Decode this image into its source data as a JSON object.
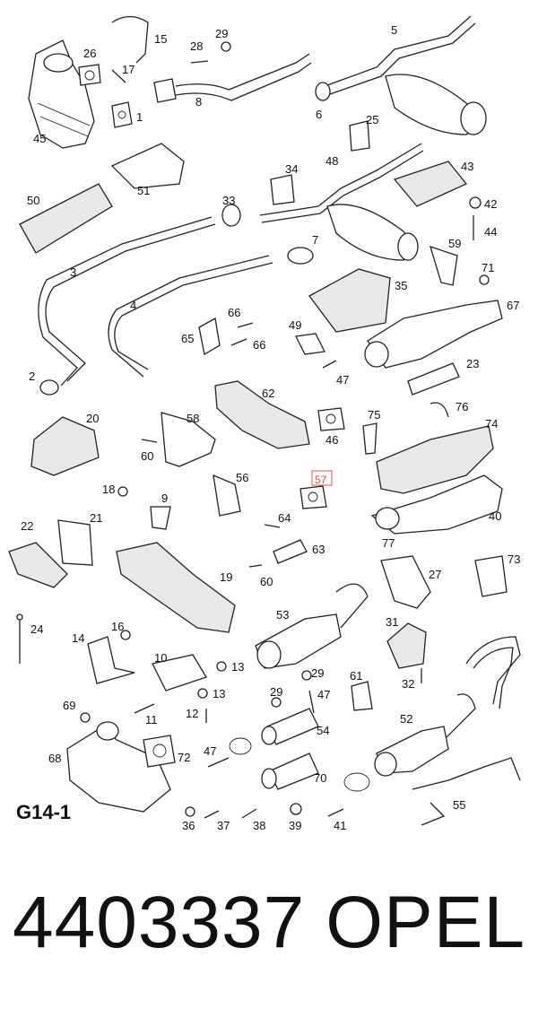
{
  "diagram": {
    "group_code": "G14-1",
    "highlighted_callout": "57",
    "callouts": [
      "1",
      "2",
      "3",
      "4",
      "5",
      "6",
      "7",
      "8",
      "10",
      "11",
      "12",
      "13",
      "13b",
      "14",
      "15",
      "16",
      "17",
      "18",
      "19",
      "20",
      "21",
      "22",
      "23",
      "24",
      "25",
      "26",
      "27",
      "28",
      "29",
      "29b",
      "29c",
      "31",
      "32",
      "33",
      "34",
      "35",
      "36",
      "37",
      "38",
      "39",
      "40",
      "41",
      "42",
      "43",
      "44",
      "45",
      "46",
      "47",
      "47b",
      "47c",
      "48",
      "49",
      "50",
      "51",
      "52",
      "53",
      "54",
      "55",
      "56",
      "57",
      "58",
      "59",
      "60",
      "60b",
      "61",
      "62",
      "63",
      "64",
      "65",
      "66",
      "66b",
      "67",
      "68",
      "69",
      "70",
      "71",
      "72",
      "73",
      "74",
      "75",
      "76",
      "77",
      "9"
    ],
    "labels": {
      "1": "1",
      "2": "2",
      "3": "3",
      "4": "4",
      "5": "5",
      "6": "6",
      "7": "7",
      "8": "8",
      "9": "9",
      "10": "10",
      "11": "11",
      "12": "12",
      "13": "13",
      "13b": "13",
      "14": "14",
      "15": "15",
      "16": "16",
      "17": "17",
      "18": "18",
      "19": "19",
      "20": "20",
      "21": "21",
      "22": "22",
      "23": "23",
      "24": "24",
      "25": "25",
      "26": "26",
      "27": "27",
      "28": "28",
      "29": "29",
      "29b": "29",
      "29c": "29",
      "31": "31",
      "32": "32",
      "33": "33",
      "34": "34",
      "35": "35",
      "36": "36",
      "37": "37",
      "38": "38",
      "39": "39",
      "40": "40",
      "41": "41",
      "42": "42",
      "43": "43",
      "44": "44",
      "45": "45",
      "46": "46",
      "47": "47",
      "47b": "47",
      "47c": "47",
      "48": "48",
      "49": "49",
      "50": "50",
      "51": "51",
      "52": "52",
      "53": "53",
      "54": "54",
      "55": "55",
      "56": "56",
      "57": "57",
      "58": "58",
      "59": "59",
      "60": "60",
      "60b": "60",
      "61": "61",
      "62": "62",
      "63": "63",
      "64": "64",
      "65": "65",
      "66": "66",
      "66b": "66",
      "67": "67",
      "68": "68",
      "69": "69",
      "70": "70",
      "71": "71",
      "72": "72",
      "73": "73",
      "74": "74",
      "75": "75",
      "76": "76",
      "77": "77"
    }
  },
  "footer": {
    "part_number": "4403337",
    "brand": "OPEL"
  }
}
